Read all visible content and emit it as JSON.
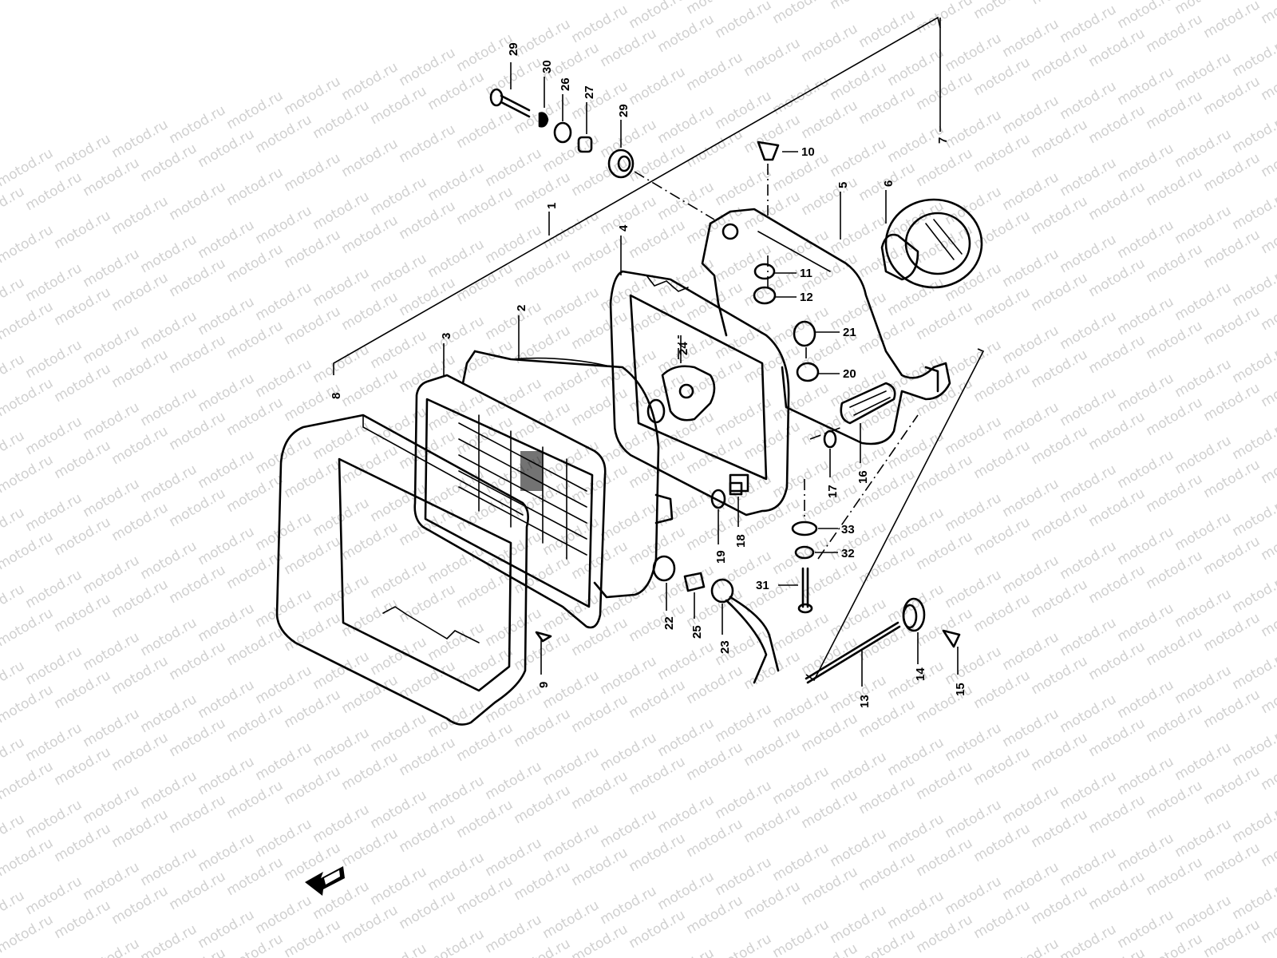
{
  "watermark": {
    "text": "motod.ru"
  },
  "diagram": {
    "part_numbers": [
      "1",
      "2",
      "3",
      "4",
      "5",
      "6",
      "7",
      "8",
      "9",
      "10",
      "11",
      "12",
      "13",
      "14",
      "15",
      "16",
      "17",
      "18",
      "19",
      "20",
      "21",
      "22",
      "23",
      "24",
      "25",
      "26",
      "27",
      "29",
      "30",
      "31",
      "32",
      "33"
    ],
    "second_29": "29",
    "icons": {
      "direction": "arrow-left-icon"
    }
  }
}
